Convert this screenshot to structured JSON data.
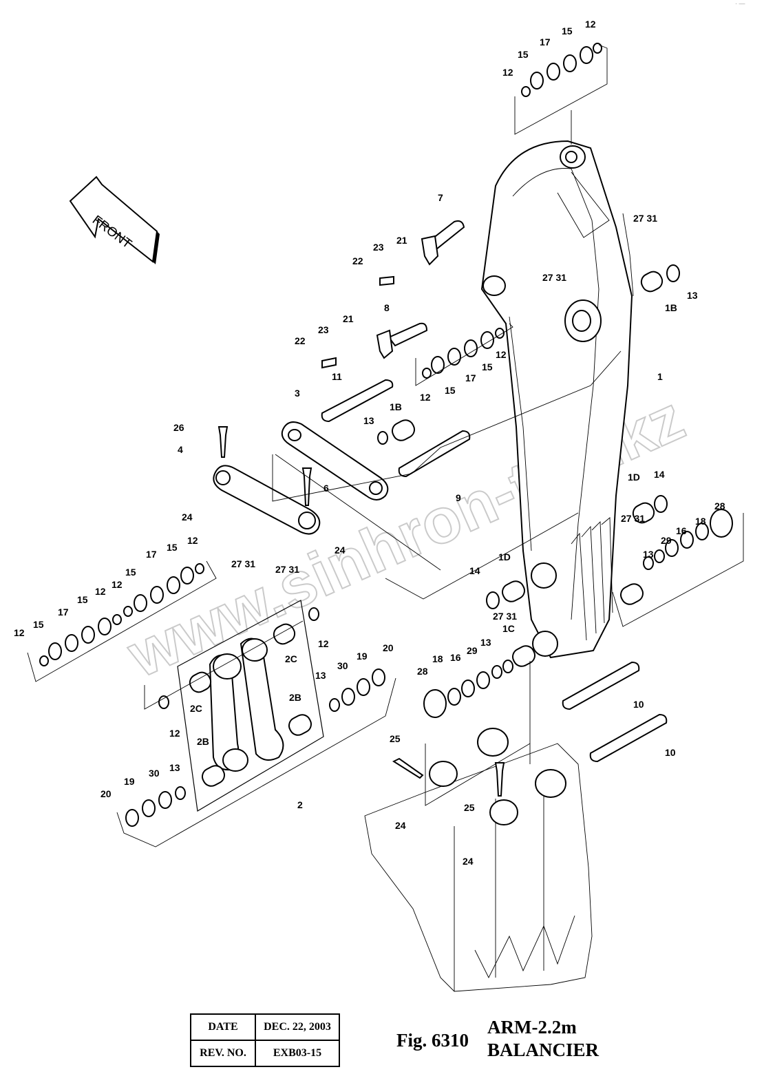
{
  "figure": {
    "number": "Fig. 6310",
    "title_line1": "ARM-2.2m",
    "title_line2": "BALANCIER",
    "date_label": "DATE",
    "date_value": "DEC. 22, 2003",
    "rev_label": "REV. NO.",
    "rev_value": "EXB03-15"
  },
  "direction_label": "FRONT",
  "watermark": "www.sinhron-too.kz",
  "corner_mark": "· —",
  "callouts": [
    "12",
    "15",
    "17",
    "15",
    "12",
    "7",
    "21",
    "23",
    "22",
    "27 31",
    "1B",
    "13",
    "27 31",
    "8",
    "21",
    "23",
    "22",
    "12",
    "15",
    "17",
    "15",
    "12",
    "1",
    "11",
    "3",
    "1B",
    "13",
    "26",
    "4",
    "9",
    "6",
    "1D",
    "14",
    "28",
    "24",
    "27 31",
    "18",
    "16",
    "29",
    "13",
    "27 31",
    "24",
    "17",
    "15",
    "12",
    "15",
    "12",
    "12",
    "15",
    "17",
    "15",
    "12",
    "27 31",
    "14",
    "1D",
    "1C",
    "27 31",
    "12",
    "2C",
    "20",
    "19",
    "30",
    "13",
    "18",
    "16",
    "29",
    "13",
    "28",
    "2C",
    "12",
    "2B",
    "10",
    "25",
    "10",
    "2B",
    "30",
    "13",
    "20",
    "19",
    "2",
    "25",
    "24",
    "24"
  ]
}
